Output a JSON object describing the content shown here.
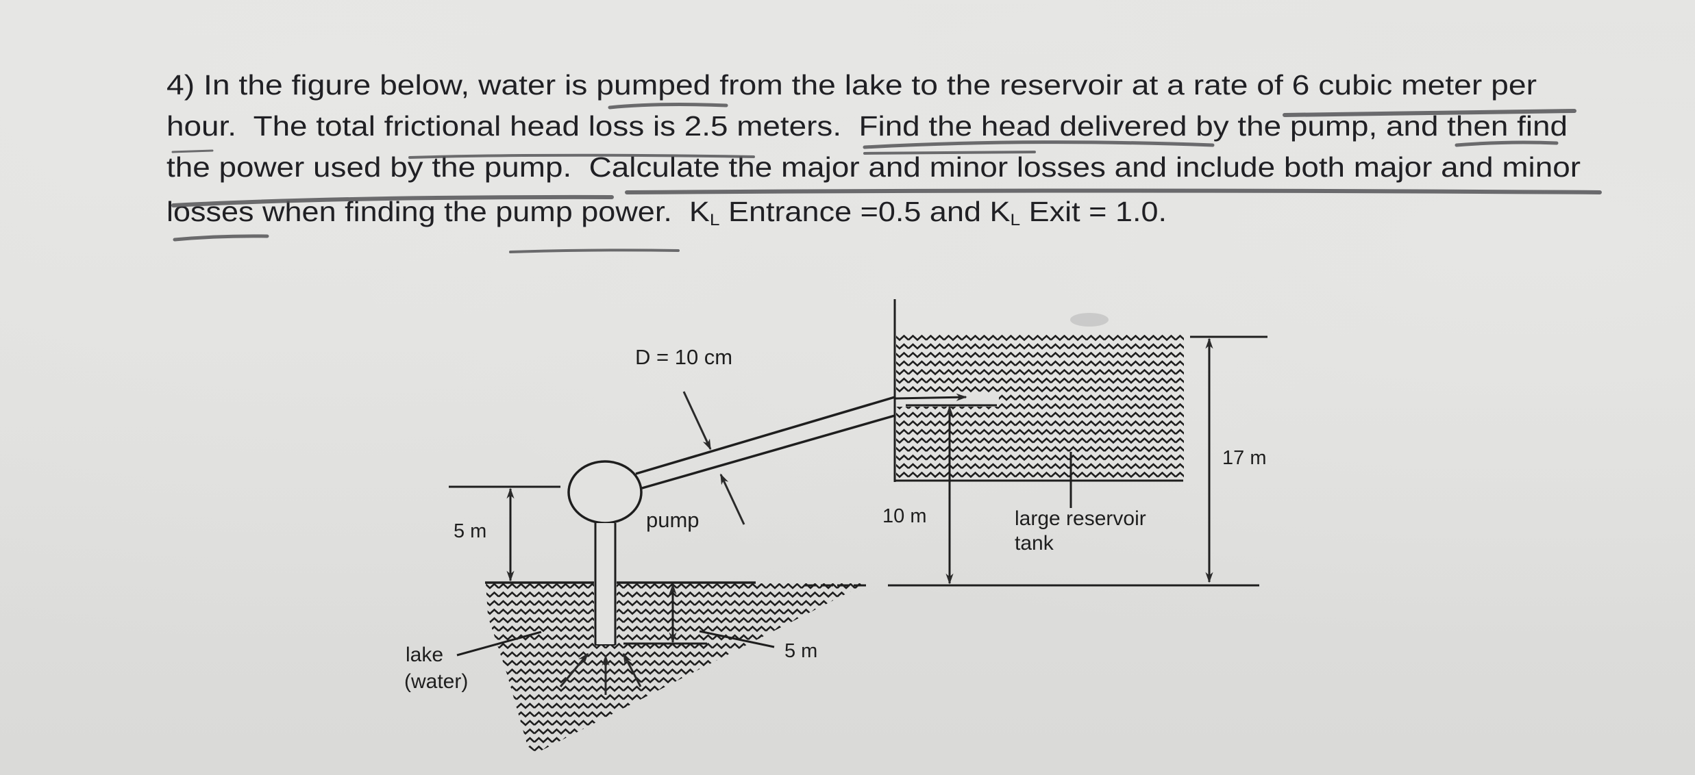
{
  "problem": {
    "number": "4)",
    "lines": [
      "4) In the figure below, water is pumped from the lake to the reservoir at a rate of 6 cubic meter per",
      "hour.  The total frictional head loss is 2.5 meters.  Find the head delivered by the pump, and then find",
      "the power used by the pump.  Calculate the major and minor losses and include both major and minor",
      "losses when finding the pump power.  K"
    ],
    "line4_parts": {
      "a": "losses when finding the pump power.  K",
      "sub1": "L",
      "b": " Entrance =0.5 and K",
      "sub2": "L",
      "c": " Exit = 1.0."
    },
    "given": {
      "flow_rate": "6 cubic meter per hour",
      "frictional_head_loss": "2.5 meters",
      "KL_entrance": "0.5",
      "KL_exit": "1.0"
    }
  },
  "diagram": {
    "pipe_diameter_label": "D = 10 cm",
    "pump_label": "pump",
    "pump_height_label": "5 m",
    "intake_depth_label": "5 m",
    "lake_label_line1": "lake",
    "lake_label_line2": "(water)",
    "outlet_height_label": "10 m",
    "reservoir_label_line1": "large reservoir",
    "reservoir_label_line2": "tank",
    "reservoir_surface_label": "17 m"
  },
  "colors": {
    "ink": "#1e1e1e",
    "paper": "#e2e2e0",
    "pencil": "#5a5a5c"
  }
}
